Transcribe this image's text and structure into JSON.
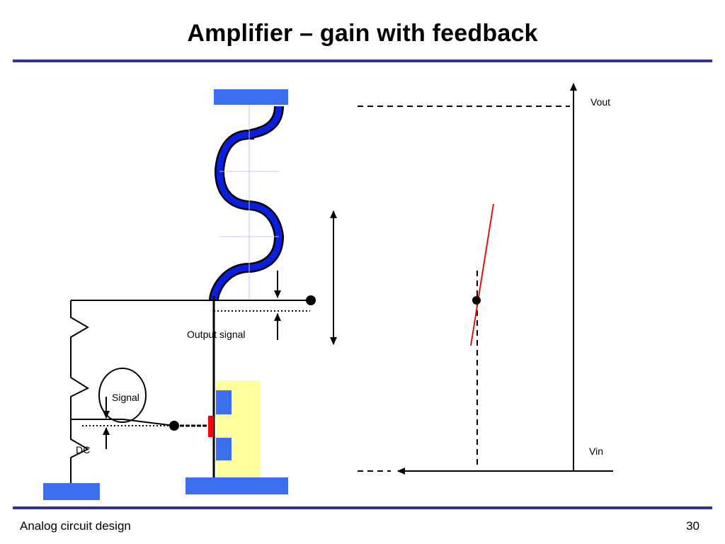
{
  "slide": {
    "title": "Amplifier – gain with feedback",
    "footer_text": "Analog circuit design",
    "page_number": "30"
  },
  "diagram": {
    "labels": {
      "output_signal": "Output signal",
      "signal": "Signal",
      "dc": "DC",
      "vout": "Vout",
      "vin": "Vin"
    }
  },
  "colors": {
    "title_rule": "#33338a",
    "rail_blue": "#3b6ff0",
    "inductor_blue": "#0a1ee0",
    "transistor_yellow": "#ffff9e",
    "gate_red": "#ff0000",
    "transfer_line_red": "#e01010"
  }
}
